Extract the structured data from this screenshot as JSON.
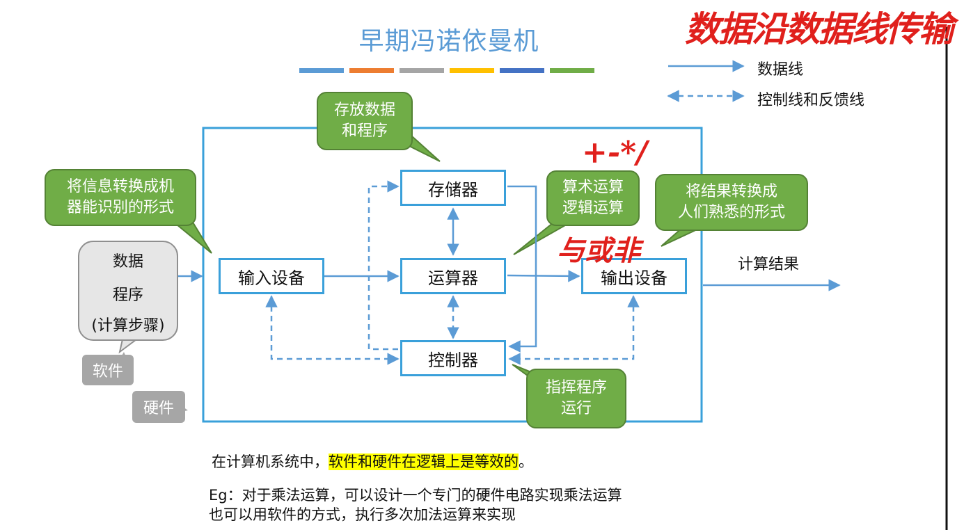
{
  "slide": {
    "title": "早期冯诺依曼机",
    "title_bar_colors": [
      "#5b9bd5",
      "#ed7d31",
      "#a5a5a5",
      "#ffc000",
      "#4472c4",
      "#70ad47"
    ]
  },
  "legend": {
    "data_line": "数据线",
    "control_line": "控制线和反馈线"
  },
  "nodes": {
    "memory": "存储器",
    "alu": "运算器",
    "controller": "控制器",
    "input": "输入设备",
    "output": "输出设备"
  },
  "callouts": {
    "store": [
      "存放数据",
      "和程序"
    ],
    "input_device": [
      "将信息转换成机",
      "器能识别的形式"
    ],
    "alu": [
      "算术运算",
      "逻辑运算"
    ],
    "output_device": [
      "将结果转换成",
      "人们熟悉的形式"
    ],
    "controller": [
      "指挥程序",
      "运行"
    ]
  },
  "software": {
    "lines": [
      "数据",
      "程序",
      "(计算步骤)"
    ],
    "tag": "软件"
  },
  "hardware_tag": "硬件",
  "result_label": "计算结果",
  "body": {
    "line1_prefix": "在计算机系统中，",
    "line1_highlight": "软件和硬件在逻辑上是等效的",
    "line1_suffix": "。",
    "eg_line1": "Eg：对于乘法运算，可以设计一个专门的硬件电路实现乘法运算",
    "eg_line2": "也可以用软件的方式，执行多次加法运算来实现"
  },
  "annotations": {
    "header": "数据沿数据线传输",
    "ops": "+-*/",
    "logic": "与或非"
  },
  "colors": {
    "accent_blue": "#3aa0da",
    "line_blue": "#5b9bd5",
    "callout_green": "#70ad47",
    "pen_red": "#e0201c",
    "highlight": "#ffff00"
  }
}
